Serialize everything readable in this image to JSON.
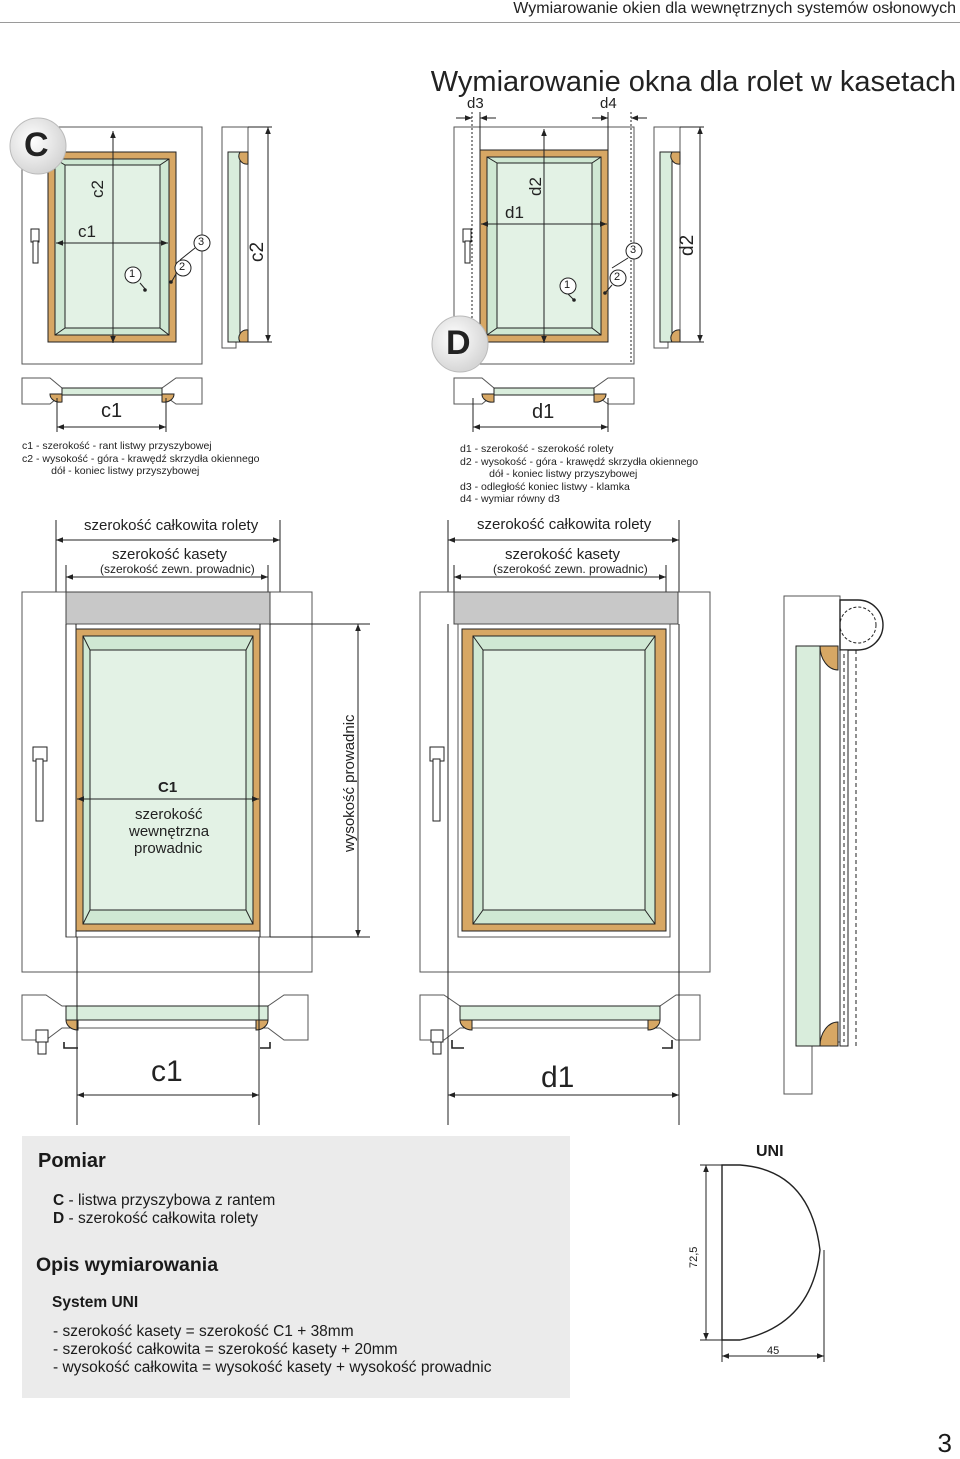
{
  "header": {
    "running_title": "Wymiarowanie okien dla wewnętrznych systemów osłonowych",
    "page_title": "Wymiarowanie okna dla rolet w kasetach"
  },
  "variant_c": {
    "badge": "C",
    "dims": {
      "c1": "c1",
      "c2": "c2"
    },
    "markers": [
      "1",
      "2",
      "3"
    ],
    "legend": "c1 - szerokość - rant listwy przyszybowej\nc2 - wysokość - góra - krawędź skrzydła okiennego\n          dół - koniec listwy przyszybowej"
  },
  "variant_d": {
    "badge": "D",
    "dims": {
      "d1": "d1",
      "d2": "d2",
      "d3": "d3",
      "d4": "d4"
    },
    "markers": [
      "1",
      "2",
      "3"
    ],
    "legend": "d1 - szerokość - szerokość rolety\nd2 - wysokość - góra - krawędź skrzydła okiennego\n          dół - koniec listwy przyszybowej\nd3 - odległość koniec listwy - klamka\nd4 - wymiar równy d3"
  },
  "install_left": {
    "total_width": "szerokość całkowita rolety",
    "cassette_width": "szerokość kasety",
    "cassette_sub": "(szerokość zewn. prowadnic)",
    "c1_label": "C1",
    "inner_width_1": "szerokość",
    "inner_width_2": "wewnętrzna",
    "inner_width_3": "prowadnic",
    "guide_height": "wysokość prowadnic",
    "bottom_dim": "c1"
  },
  "install_right": {
    "total_width": "szerokość całkowita rolety",
    "cassette_width": "szerokość kasety",
    "cassette_sub": "(szerokość zewn. prowadnic)",
    "bottom_dim": "d1"
  },
  "info_box": {
    "heading": "Pomiar",
    "line_c_key": "C",
    "line_c_text": " - listwa przyszybowa z rantem",
    "line_d_key": "D",
    "line_d_text": " - szerokość całkowita rolety",
    "heading2": "Opis wymiarowania",
    "system": "System UNI",
    "formulas": [
      "- szerokość kasety = szerokość C1 + 38mm",
      "- szerokość całkowita = szerokość kasety + 20mm",
      "- wysokość całkowita = wysokość kasety +  wysokość prowadnic"
    ]
  },
  "profile": {
    "name": "UNI",
    "height": "72,5",
    "width": "45"
  },
  "page_number": "3",
  "colors": {
    "wood": "#d7a764",
    "glass": "#d9eddc",
    "line": "#222222",
    "box_bg": "#ebebeb"
  }
}
